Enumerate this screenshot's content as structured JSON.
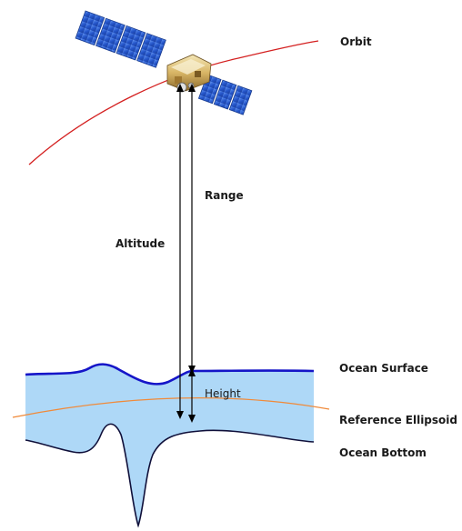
{
  "labels": {
    "orbit": "Orbit",
    "range": "Range",
    "altitude": "Altitude",
    "ocean_surface": "Ocean Surface",
    "height": "Height",
    "reference_ellipsoid": "Reference Ellipsoid",
    "ocean_bottom": "Ocean Bottom"
  },
  "colors": {
    "orbit_line": "#d42020",
    "ellipsoid_line": "#f08a3a",
    "water_fill": "#aed8f7",
    "water_surface_line": "#1515c8",
    "bottom_line": "#10103a",
    "arrows": "#000000",
    "solar_panel": "#2a5fd0"
  },
  "icons": {
    "satellite": "satellite-icon"
  }
}
